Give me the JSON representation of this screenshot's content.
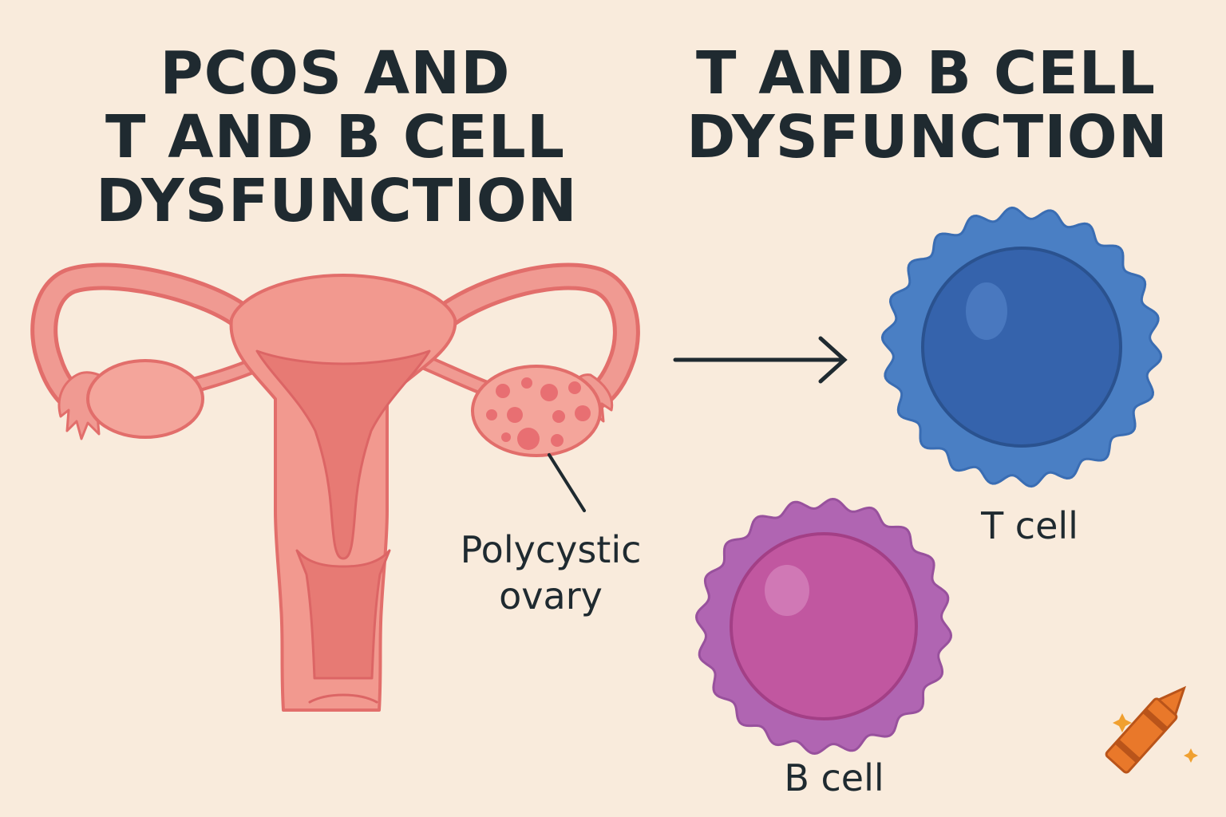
{
  "left_title": {
    "lines": [
      "PCOS AND",
      "T AND B CELL",
      "DYSFUNCTION"
    ]
  },
  "right_title": {
    "lines": [
      "T AND B CELL",
      "DYSFUNCTION"
    ]
  },
  "labels": {
    "ovary": [
      "Polycystic",
      "ovary"
    ],
    "t_cell": "T cell",
    "b_cell": "B cell"
  },
  "colors": {
    "background": "#f9ebdc",
    "uterus": "#f2998f",
    "uterus_dark": "#e77a74",
    "uterus_outline": "#e26e6b",
    "t_cell": "#4a7fc4",
    "t_cell_nucleus": "#3563ac",
    "b_cell": "#b065b2",
    "b_cell_nucleus": "#c157a0",
    "text": "#1f2a30"
  },
  "icons": {
    "illustration": "uterus-icon",
    "arrow": "arrow-right-icon",
    "t_cell": "t-cell-icon",
    "b_cell": "b-cell-icon",
    "logo": "crayon-icon"
  }
}
